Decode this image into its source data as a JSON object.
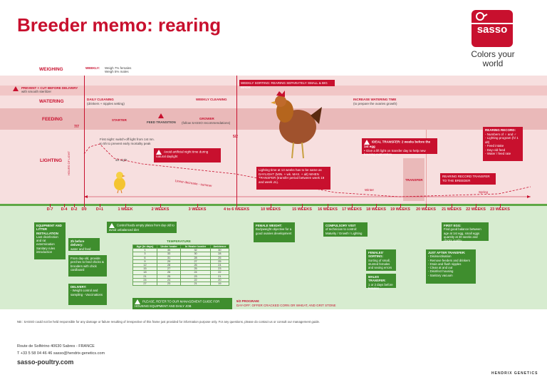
{
  "header": {
    "title": "Breeder memo: rearing"
  },
  "brand": {
    "logo_text": "sasso",
    "tagline": "Colors your world",
    "accent_color": "#c8102e",
    "green_color": "#3f8e2e"
  },
  "rows": {
    "weighing": "WEIGHING",
    "watering": "WATERING",
    "feeding": "FEEDING",
    "lighting": "LIGHTING"
  },
  "weighing": {
    "label": "WEEKLY:",
    "line1": "Weigh 7% females",
    "line2": "Weigh 5% males",
    "sorting": "WEEKLY SORTING: REARING SEPARATELY SMALL & BIG BIRDS"
  },
  "prevent": {
    "line1": "PREVENT + CUT BEFORE DELIVERY",
    "line2": "with smooth sterilizer"
  },
  "watering": {
    "daily": "DAILY CLEANING",
    "daily_sub": "(drinkers + nipples setting)",
    "weekly": "WEEKLY CLEANING",
    "increase": "INCREASE WATERING TIME",
    "increase_sub": "(to prepare the ovaries growth)"
  },
  "feeding": {
    "starter": "STARTER",
    "transition": "FEED TRANSITION",
    "grower": "GROWER",
    "grower_sub": "(follow SASSO recommendations)",
    "d77": "7/7",
    "d52": "5/2"
  },
  "lighting": {
    "hours_label": "HOURS OF LIGHT",
    "first_night": "First night: switch-off light from 1st mn. to 5h to prevent early mortality peak",
    "six_night": "six night",
    "avoid": "Avoid artificial night time during natural daylight",
    "lighting_time": "Lighting time at 13 weeks has to be same as DAYLIGHT (MIN. + wk. MAX. + alt) WHEN TRANSFER (transfer period between week 19 and week 20).",
    "winter_summer": "Linear decrease - summer",
    "winter": "Winter",
    "spring": "Spring",
    "ideal": "IDEAL TRANSFER: 2 weeks before the 1st egg",
    "ideal_sub": "• Give a lift light on transfer day to help new housing exploration",
    "transfer": "TRANSFER",
    "record_transfer": "REARING RECORD TRANSFER TO THE BREEDER",
    "record_title": "REARING RECORD:",
    "record_items": [
      "- Numbers of ♀ and ♂",
      "- Lighting program (h/ 1 alt)",
      "- Feed intake",
      "- Day-old feed",
      "- Water / feed rate"
    ]
  },
  "timeline": {
    "ticks": [
      "D-7",
      "D-4",
      "D-2",
      "D0",
      "D+1",
      "1 WEEK",
      "2 WEEKS",
      "3 WEEKS",
      "4 to 6 WEEKS",
      "10 WEEKS",
      "15 WEEKS",
      "16 WEEKS",
      "17 WEEKS",
      "18 WEEKS",
      "19 WEEKS",
      "20 WEEKS",
      "21 WEEKS",
      "22 WEEKS",
      "23 WEEKS"
    ]
  },
  "green": {
    "equipment": "EQUIPMENT AND LITTER INSTALLATION",
    "equipment_sub": "Last disinfection and rat extermination Sanitary rules introduction",
    "before": "2h before delivery:",
    "before_sub": "water and feed",
    "fromday": "From day-old, provide perches to feed chicks & brooders with chick cardboard",
    "delivery": "DELIVERY:",
    "delivery_sub": "- Weight control and sampling - Vaccinations",
    "control": "Control feeds empty plates from day old to avoid unbalanced diet",
    "temp_title": "TEMPERATURE",
    "temp_head": [
      "Age (in days)",
      "Under heater",
      "In Heater border",
      "Ambience"
    ],
    "temp_rows": [
      [
        "1",
        "35",
        "32",
        "30"
      ],
      [
        "3",
        "33",
        "30",
        "28"
      ],
      [
        "6",
        "31",
        "28",
        "26"
      ],
      [
        "9",
        "29",
        "27",
        "25"
      ],
      [
        "12",
        "28",
        "26",
        "24"
      ],
      [
        "15",
        "27",
        "25",
        "23"
      ],
      [
        "18",
        "26",
        "24",
        "22"
      ],
      [
        "21",
        "25",
        "23",
        "21"
      ],
      [
        "24",
        "24",
        "22",
        "20"
      ],
      [
        "27",
        "23",
        "21",
        "19"
      ]
    ],
    "refer": "PLEASE, REFER TO OUR MANAGEMENT GUIDE FOR HOUSING EQUIPMENT AND DAILY JOB",
    "program": "5/2 PROGRAM:",
    "program_sub": "DAY-OFF: OFFER CRACKED CORN OR WHEAT, AND GRIT STONE",
    "female_weight": "FEMALE WEIGHT:",
    "female_weight_sub": "Bodyweight objective for a good ovaries development",
    "compulsory": "COMPULSORY VISIT",
    "compulsory_sub": "of technician to control: Maturity / Growth / Lighting",
    "females_sorting": "FEMALES' SORTING:",
    "females_sorting_sub": "Sorting of small, stunted females and sexing errors",
    "males_transfer": "MALES TRANSFER:",
    "males_transfer_sub": "1 or 2 days before females",
    "first_egg": "FIRST EGG:",
    "first_egg_sub": "Find good balance between age at 1st egg, small eggs quantity at 30 weeks and chicks quality",
    "after_transfer": "JUST AFTER TRANSFER:",
    "after_items": [
      "- Disinsectisation",
      "- Remove feeders and drinkers",
      "- Drain and flush nipples",
      "- Clean at and out",
      "- Disinfect housing",
      "- Sanitary vacuum"
    ]
  },
  "footer": {
    "disclaimer": "NB : SASSO could not be held responsible for any damage or failure resulting of irrespective of this frame just provided for information purpose only. For any questions, please do contact us or consult our management guide.",
    "address": "Route de Solférino 40630 Sabres - FRANCE",
    "contact": "T +33 5 58 04 46 46  sasso@hendrix-genetics.com",
    "url": "sasso-poultry.com",
    "partner": "HENDRIX GENETICS"
  }
}
